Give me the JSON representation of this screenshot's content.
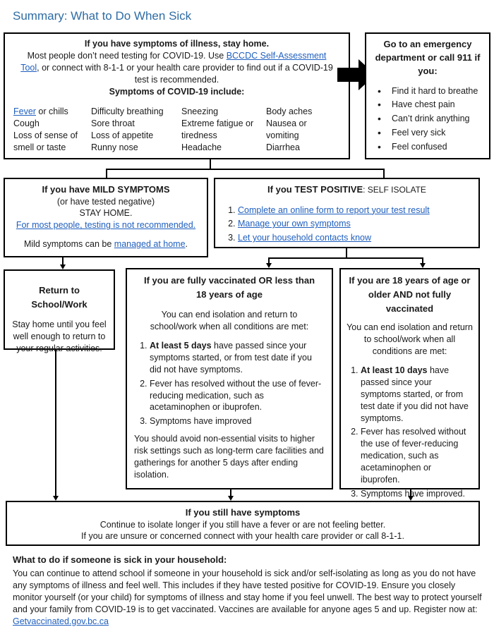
{
  "title": "Summary: What to Do When Sick",
  "top_box": {
    "heading": "If you have symptoms of illness, stay home.",
    "intro_pre": "Most people don’t need testing for COVID-19. Use ",
    "intro_link": "BCCDC Self-Assessment Tool",
    "intro_post": ", or connect with 8-1-1 or your health care provider to find out if a COVID-19 test is recommended.",
    "symptoms_heading": "Symptoms of COVID-19 include:",
    "col1_link": "Fever",
    "col1_rest": " or chills",
    "col1_more": "Cough\nLoss of sense of smell or taste",
    "col2": "Difficulty breathing\nSore throat\nLoss of appetite\nRunny nose",
    "col3": "Sneezing\nExtreme fatigue or tiredness\nHeadache",
    "col4": "Body aches\nNausea or vomiting\nDiarrhea"
  },
  "emergency_box": {
    "heading": "Go to an emergency department or call 911 if you:",
    "items": [
      "Find it hard to breathe",
      "Have chest pain",
      "Can’t drink anything",
      "Feel very sick",
      "Feel confused"
    ]
  },
  "mild_box": {
    "heading": "If you have MILD SYMPTOMS",
    "line1": "(or have tested negative)",
    "line2": "STAY HOME.",
    "link": "For most people, testing is not recommended.",
    "managed_pre": "Mild symptoms can be ",
    "managed_link": "managed at home",
    "managed_post": "."
  },
  "positive_box": {
    "heading_bold": "If you TEST POSITIVE",
    "heading_rest": ": SELF ISOLATE",
    "items": [
      "Complete an online form to report your test result",
      "Manage your own symptoms",
      "Let your household contacts know"
    ]
  },
  "return_box": {
    "heading": "Return to School/Work",
    "body": "Stay home until you feel well enough to return to your regular activities."
  },
  "vaccinated_box": {
    "heading": "If you are fully vaccinated OR less than 18 years of age",
    "intro": "You can end isolation and return to school/work when all conditions are met:",
    "item1_bold": "At least 5 days",
    "item1_rest": " have passed since your symptoms started, or from test date if you did not have symptoms.",
    "item2": "Fever has resolved without the use of fever-reducing medication, such as acetaminophen or ibuprofen.",
    "item3": "Symptoms have improved",
    "note": "You should avoid non-essential visits to higher risk settings such as long-term care facilities and gatherings for another 5 days after ending isolation."
  },
  "unvaccinated_box": {
    "heading": "If you are 18 years of age or older AND not fully vaccinated",
    "intro": "You can end isolation and return to school/work when all conditions are met:",
    "item1_bold": "At least 10 days",
    "item1_rest": " have passed since your symptoms started, or from test date if you did not have symptoms.",
    "item2": "Fever has resolved without the use of fever-reducing medication, such as acetaminophen or ibuprofen.",
    "item3": "Symptoms have improved."
  },
  "still_box": {
    "heading": "If you still have symptoms",
    "line1": "Continue to isolate longer if you still have a fever or are not feeling better.",
    "line2": "If you are unsure or concerned connect with your health care provider or call 8-1-1."
  },
  "household": {
    "heading": "What to do if someone is sick in your household:",
    "body": "You can continue to attend school if someone in your household is sick and/or self-isolating as long as you do not have any symptoms of illness and feel well. This includes if they have tested positive for COVID-19. Ensure you closely monitor yourself (or your child) for symptoms of illness and stay home if you feel unwell. The best way to protect yourself and your family from COVID-19 is to get vaccinated. Vaccines are available for anyone ages 5 and up. Register now at:",
    "link": "Getvaccinated.gov.bc.ca"
  }
}
